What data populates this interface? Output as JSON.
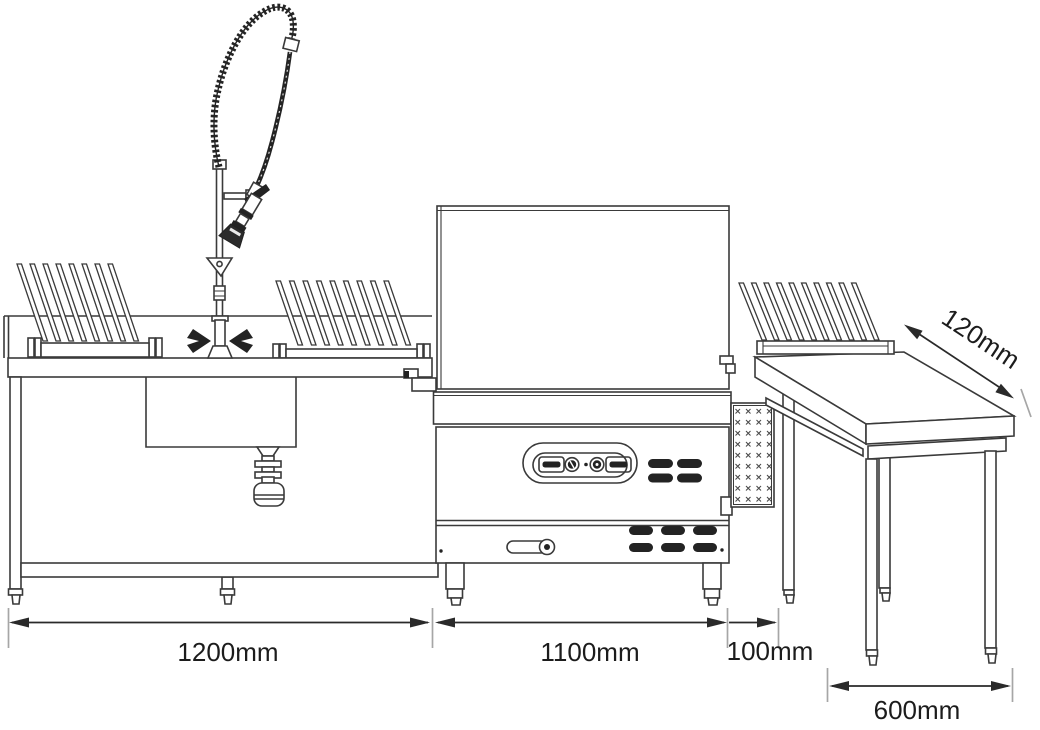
{
  "dimensions": {
    "sink_table_width": "1200mm",
    "machine_width": "1100mm",
    "gap_width": "100mm",
    "outfeed_table_width": "600mm",
    "outfeed_table_depth": "120mm"
  },
  "colors": {
    "background": "#ffffff",
    "line": "#3a3a3a",
    "dark_fill": "#232323",
    "dimension_tick": "#a6a6a6",
    "text": "#1c1c1c"
  }
}
